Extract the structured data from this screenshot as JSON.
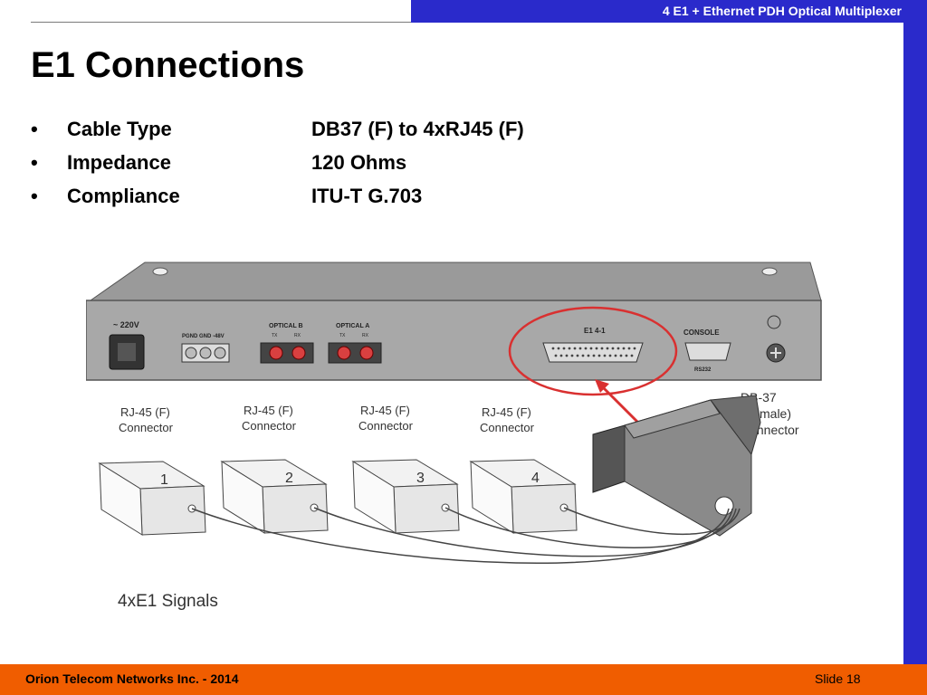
{
  "header": {
    "product": "4 E1 + Ethernet PDH Optical Multiplexer"
  },
  "title": "E1 Connections",
  "bullets": [
    {
      "label": "Cable Type",
      "value": "DB37 (F) to 4xRJ45 (F)"
    },
    {
      "label": "Impedance",
      "value": "120 Ohms"
    },
    {
      "label": "Compliance",
      "value": "ITU-T G.703"
    }
  ],
  "diagram": {
    "panel": {
      "power": "~ 220V",
      "terminals": "PGND GND -48V",
      "optical_b": "OPTICAL B",
      "optical_a": "OPTICAL A",
      "tx": "TX",
      "rx": "RX",
      "e1": "E1 4-1",
      "console": "CONSOLE",
      "rs232": "RS232"
    },
    "rj45_label_line1": "RJ-45 (F)",
    "rj45_label_line2": "Connector",
    "rj45_numbers": [
      "1",
      "2",
      "3",
      "4"
    ],
    "db37_label": [
      "DB-37",
      "(Female)",
      "Connector"
    ],
    "signals_label": "4xE1 Signals"
  },
  "footer": {
    "company": "Orion Telecom Networks Inc. - 2014",
    "slide": "Slide 18"
  },
  "colors": {
    "accent_blue": "#2a2acb",
    "footer_orange": "#f05d00",
    "highlight_red": "#d93030"
  }
}
